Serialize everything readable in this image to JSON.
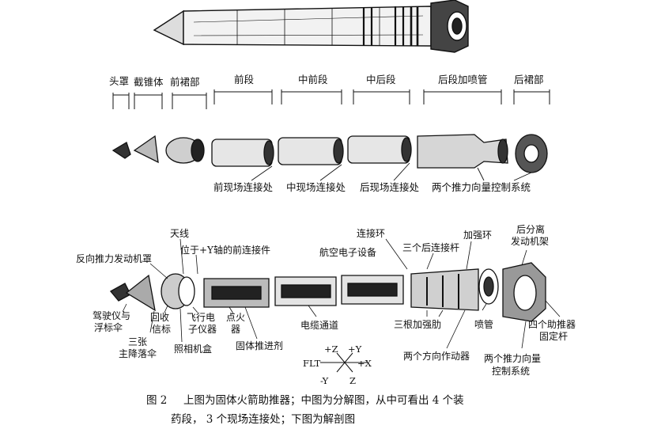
{
  "segment_labels": [
    "头罩",
    "截锥体",
    "前裙部",
    "前段",
    "中前段",
    "中后段",
    "后段加喷管",
    "后裙部"
  ],
  "joint_labels": [
    "前现场连接处",
    "中现场连接处",
    "后现场连接处",
    "两个推力向量控制系统"
  ],
  "cutaway_labels": {
    "antenna": "天线",
    "reverse_motor_cover": "反向推力发动机罩",
    "y_axis_connector": "位于+Y轴的前连接件",
    "parachute_line1": "驾驶仪与",
    "parachute_line2": "浮标伞",
    "three_chutes_line1": "三张",
    "three_chutes_line2": "主降落伞",
    "recovery_line1": "回收",
    "recovery_line2": "信标",
    "camera": "照相机盒",
    "recorder_line1": "飞行电",
    "recorder_line2": "子仪器",
    "igniter_line1": "点火",
    "igniter_line2": "器",
    "propellant": "固体推进剂",
    "cable_tunnel": "电缆通道",
    "connecting_ring": "连接环",
    "avionics": "航空电子设备",
    "aft_rods": "三个后连接杆",
    "stiffener_ring": "加强环",
    "separation_line1": "后分离",
    "separation_line2": "发动机架",
    "three_stiffeners": "三根加强肋",
    "nozzle": "喷管",
    "four_booster_line1": "四个助推器",
    "four_booster_line2": "固定杆",
    "actuators": "两个方向作动器",
    "tvc_line1": "两个推力向量",
    "tvc_line2": "控制系统"
  },
  "axes": {
    "plus_z": "+Z",
    "plus_y": "+Y",
    "plus_x": "+X",
    "minus_y": "-Y",
    "z": "Z",
    "flt": "FLT"
  },
  "caption": {
    "fig": "图 2",
    "line1": "上图为固体火箭助推器；中图为分解图，从中可看出 4 个装",
    "line2": "药段，  3 个现场连接处；下图为解剖图"
  }
}
